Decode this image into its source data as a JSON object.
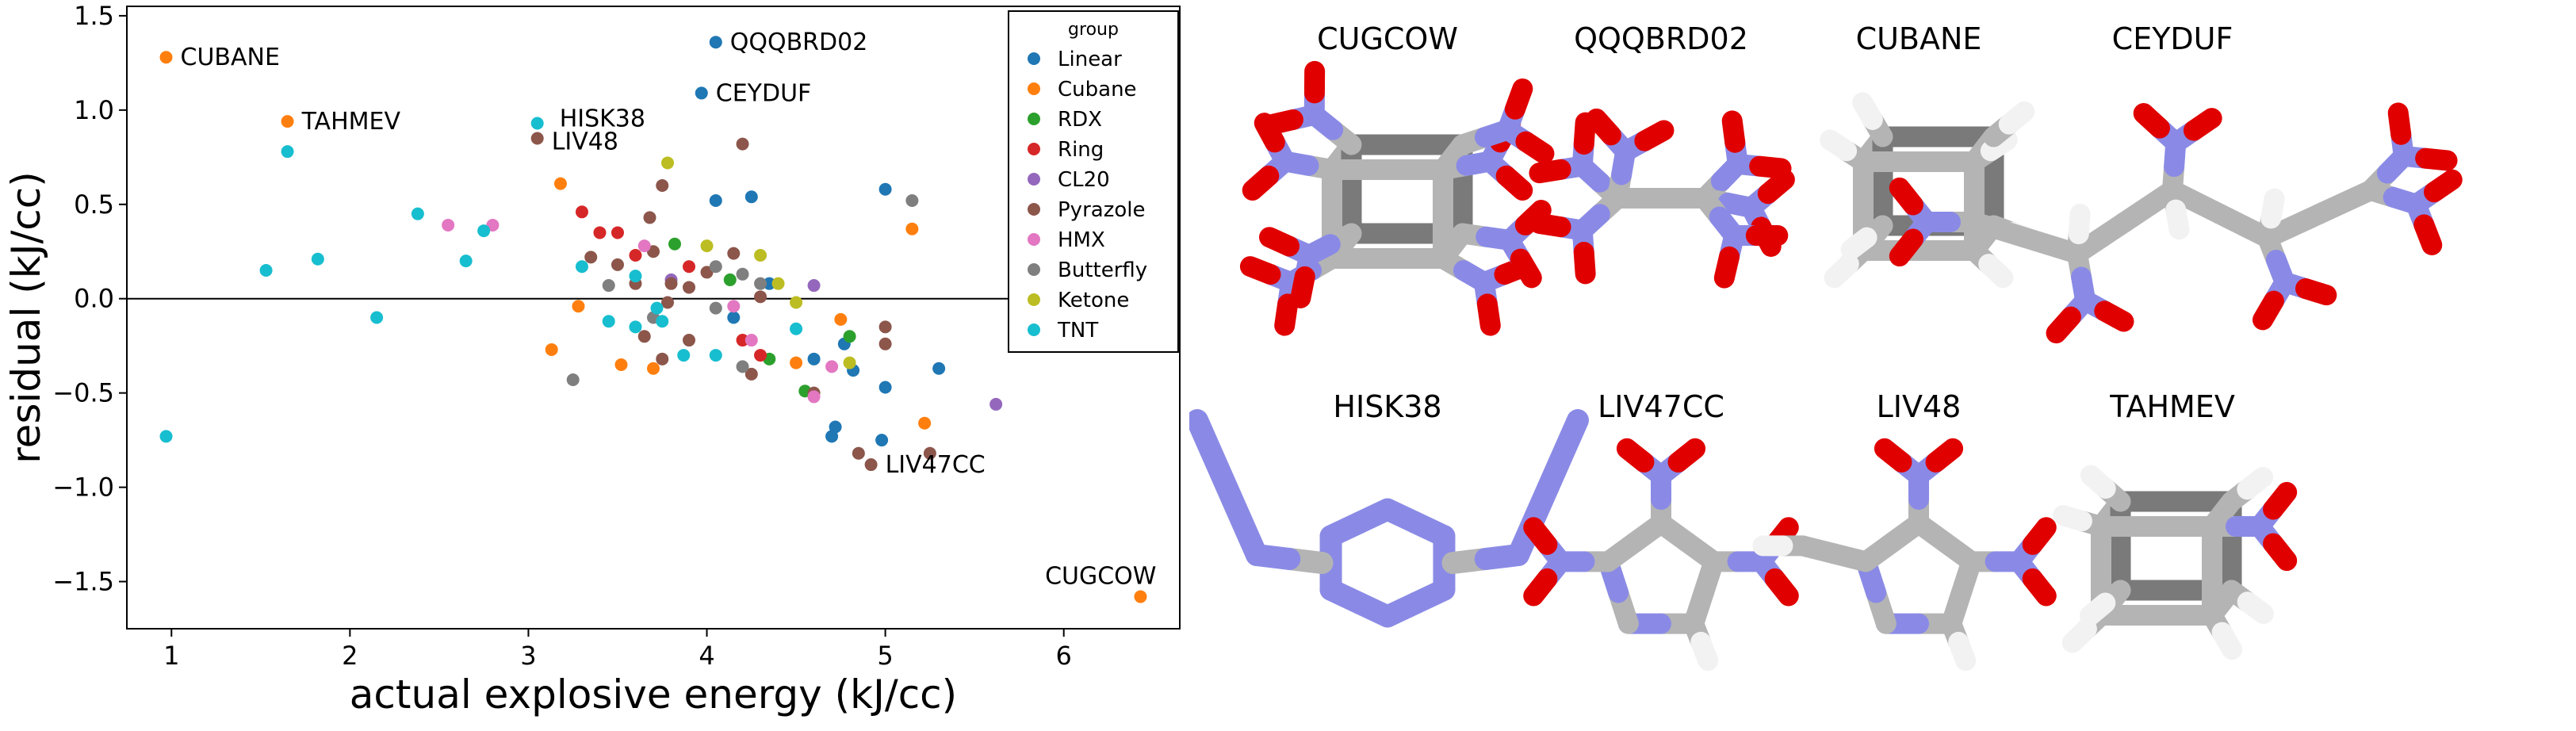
{
  "chart_data": {
    "type": "scatter",
    "title": "",
    "xlabel": "actual explosive energy (kJ/cc)",
    "ylabel": "residual (kJ/cc)",
    "xlim": [
      0.75,
      6.65
    ],
    "ylim": [
      -1.75,
      1.55
    ],
    "xticks": [
      "1",
      "2",
      "3",
      "4",
      "5",
      "6"
    ],
    "yticks": [
      "−1.5",
      "−1.0",
      "−0.5",
      "0.0",
      "0.5",
      "1.0",
      "1.5"
    ],
    "zero_line": true,
    "grid": false,
    "legend": {
      "title": "group",
      "position": "top-right"
    },
    "series": [
      {
        "name": "Linear",
        "color": "#1f77b4",
        "points": [
          [
            4.05,
            1.36
          ],
          [
            3.97,
            1.09
          ],
          [
            4.25,
            0.54
          ],
          [
            5.0,
            0.58
          ],
          [
            4.35,
            0.08
          ],
          [
            4.6,
            -0.32
          ],
          [
            5.3,
            -0.37
          ],
          [
            4.77,
            -0.24
          ],
          [
            4.82,
            -0.38
          ],
          [
            5.0,
            -0.47
          ],
          [
            4.98,
            -0.75
          ],
          [
            4.72,
            -0.68
          ],
          [
            4.7,
            -0.73
          ],
          [
            4.05,
            0.52
          ],
          [
            4.15,
            -0.1
          ]
        ]
      },
      {
        "name": "Cubane",
        "color": "#ff7f0e",
        "points": [
          [
            0.97,
            1.28
          ],
          [
            1.65,
            0.94
          ],
          [
            3.18,
            0.61
          ],
          [
            3.13,
            -0.27
          ],
          [
            3.28,
            -0.04
          ],
          [
            3.52,
            -0.35
          ],
          [
            3.7,
            -0.37
          ],
          [
            4.5,
            -0.34
          ],
          [
            4.75,
            -0.11
          ],
          [
            5.15,
            0.37
          ],
          [
            5.22,
            -0.66
          ],
          [
            6.43,
            -1.58
          ]
        ]
      },
      {
        "name": "RDX",
        "color": "#2ca02c",
        "points": [
          [
            3.82,
            0.29
          ],
          [
            4.35,
            -0.32
          ],
          [
            4.55,
            -0.49
          ],
          [
            4.13,
            0.1
          ],
          [
            4.8,
            -0.2
          ]
        ]
      },
      {
        "name": "Ring",
        "color": "#d62728",
        "points": [
          [
            3.3,
            0.46
          ],
          [
            3.4,
            0.35
          ],
          [
            3.5,
            0.35
          ],
          [
            3.6,
            0.23
          ],
          [
            3.9,
            0.17
          ],
          [
            4.2,
            -0.22
          ],
          [
            4.3,
            -0.3
          ]
        ]
      },
      {
        "name": "CL20",
        "color": "#9467bd",
        "points": [
          [
            5.62,
            -0.56
          ],
          [
            4.6,
            0.07
          ],
          [
            3.8,
            0.1
          ]
        ]
      },
      {
        "name": "Pyrazole",
        "color": "#8c564b",
        "points": [
          [
            3.05,
            0.85
          ],
          [
            4.2,
            0.82
          ],
          [
            3.75,
            0.6
          ],
          [
            3.68,
            0.43
          ],
          [
            3.35,
            0.22
          ],
          [
            3.5,
            0.18
          ],
          [
            3.6,
            0.08
          ],
          [
            3.78,
            -0.02
          ],
          [
            3.9,
            0.06
          ],
          [
            4.0,
            0.14
          ],
          [
            3.65,
            -0.2
          ],
          [
            3.75,
            -0.32
          ],
          [
            3.9,
            -0.22
          ],
          [
            4.25,
            -0.4
          ],
          [
            5.0,
            -0.24
          ],
          [
            4.6,
            -0.5
          ],
          [
            4.85,
            -0.82
          ],
          [
            5.0,
            -0.15
          ],
          [
            5.25,
            -0.82
          ],
          [
            4.92,
            -0.88
          ],
          [
            3.7,
            0.25
          ],
          [
            4.15,
            0.24
          ],
          [
            4.3,
            0.01
          ],
          [
            3.8,
            0.08
          ]
        ]
      },
      {
        "name": "HMX",
        "color": "#e377c2",
        "points": [
          [
            2.55,
            0.39
          ],
          [
            2.8,
            0.39
          ],
          [
            3.65,
            0.28
          ],
          [
            4.15,
            -0.04
          ],
          [
            4.6,
            -0.52
          ],
          [
            4.7,
            -0.36
          ],
          [
            4.25,
            -0.22
          ]
        ]
      },
      {
        "name": "Butterfly",
        "color": "#7f7f7f",
        "points": [
          [
            5.15,
            0.52
          ],
          [
            3.25,
            -0.43
          ],
          [
            3.45,
            0.07
          ],
          [
            4.05,
            -0.05
          ],
          [
            4.2,
            0.13
          ],
          [
            4.3,
            0.08
          ],
          [
            4.2,
            -0.36
          ],
          [
            3.7,
            -0.1
          ],
          [
            4.05,
            0.17
          ]
        ]
      },
      {
        "name": "Ketone",
        "color": "#bcbd22",
        "points": [
          [
            3.78,
            0.72
          ],
          [
            4.0,
            0.28
          ],
          [
            4.3,
            0.23
          ],
          [
            4.4,
            0.08
          ],
          [
            4.8,
            -0.34
          ],
          [
            4.5,
            -0.02
          ]
        ]
      },
      {
        "name": "TNT",
        "color": "#17becf",
        "points": [
          [
            3.05,
            0.93
          ],
          [
            1.65,
            0.78
          ],
          [
            2.38,
            0.45
          ],
          [
            2.75,
            0.36
          ],
          [
            1.82,
            0.21
          ],
          [
            1.53,
            0.15
          ],
          [
            2.65,
            0.2
          ],
          [
            3.3,
            0.17
          ],
          [
            2.15,
            -0.1
          ],
          [
            0.97,
            -0.73
          ],
          [
            3.6,
            0.12
          ],
          [
            3.72,
            -0.05
          ],
          [
            3.75,
            -0.12
          ],
          [
            3.6,
            -0.15
          ],
          [
            3.87,
            -0.3
          ],
          [
            3.45,
            -0.12
          ],
          [
            4.5,
            -0.16
          ],
          [
            4.05,
            -0.3
          ]
        ]
      }
    ],
    "annotations": [
      {
        "text": "CUBANE",
        "x": 0.97,
        "y": 1.28
      },
      {
        "text": "TAHMEV",
        "x": 1.65,
        "y": 0.94
      },
      {
        "text": "HISK38",
        "x": 3.05,
        "y": 0.93
      },
      {
        "text": "LIV48",
        "x": 3.05,
        "y": 0.85
      },
      {
        "text": "QQQBRD02",
        "x": 4.05,
        "y": 1.36
      },
      {
        "text": "CEYDUF",
        "x": 3.97,
        "y": 1.09
      },
      {
        "text": "LIV47CC",
        "x": 4.92,
        "y": -0.88
      },
      {
        "text": "CUGCOW",
        "x": 6.43,
        "y": -1.58
      }
    ]
  },
  "molecules": {
    "panel_titles": [
      "CUGCOW",
      "QQQBRD02",
      "CUBANE",
      "CEYDUF",
      "HISK38",
      "LIV47CC",
      "LIV48",
      "TAHMEV"
    ],
    "colors": {
      "carbon": "#b4b4b4",
      "nitrogen": "#8a8ae6",
      "oxygen": "#e00000",
      "hydrogen": "#f2f2f2"
    }
  }
}
